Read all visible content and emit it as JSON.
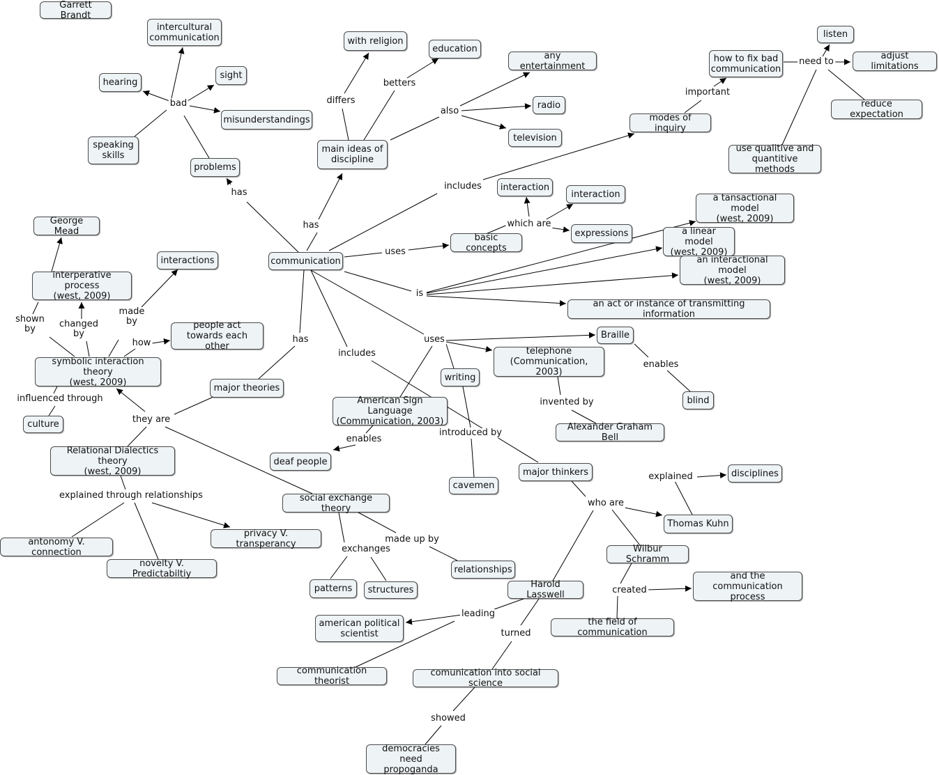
{
  "nodes": {
    "garrett": "Garrett Brandt",
    "intercultural": "intercultural\ncommunication",
    "sight": "sight",
    "hearing": "hearing",
    "misunderstandings": "misunderstandings",
    "speaking_skills": "speaking\nskills",
    "problems": "problems",
    "with_religion": "with religion",
    "education": "education",
    "any_entertainment": "any entertainment",
    "radio": "radio",
    "television": "television",
    "main_ideas": "main ideas of\ndiscipline",
    "how_to_fix": "how to fix bad\ncommunication",
    "listen": "listen",
    "adjust_limitations": "adjust limitations",
    "reduce_expectation": "reduce expectation",
    "modes_of_inquiry": "modes of inquiry",
    "use_qualitive": "use qualitive and\nquantitive methods",
    "interaction1": "interaction",
    "interaction2": "interaction",
    "expressions": "expressions",
    "basic_concepts": "basic concepts",
    "tansactional": "a tansactional model\n(west, 2009)",
    "linear": "a linear model\n(west, 2009)",
    "interactional": "an interactional model\n(west, 2009)",
    "act_instance": "an act or instance of transmitting information",
    "george_mead": "George Mead",
    "interperative": "interperative process\n(west, 2009)",
    "interactions": "interactions",
    "people_act": "people act\ntowards each other",
    "communication": "communication",
    "symbolic": "symbolic interaction theory\n(west, 2009)",
    "culture": "culture",
    "major_theories": "major theories",
    "relational": "Relational Dialectics theory\n(west, 2009)",
    "braille": "Braille",
    "telephone": "telephone\n(Communication, 2003)",
    "writing": "writing",
    "asl": "American Sign Language\n(Communication, 2003)",
    "blind": "blind",
    "agb": "Alexander Graham Bell",
    "deaf_people": "deaf people",
    "cavemen": "cavemen",
    "major_thinkers": "major thinkers",
    "disciplines": "disciplines",
    "thomas_kuhn": "Thomas Kuhn",
    "social_exchange": "social exchange theory",
    "privacy": "privacy V. transperancy",
    "antonomy": "antonomy V. connection",
    "novelty": "novelty V. Predictabiltiy",
    "patterns": "patterns",
    "structures": "structures",
    "relationships": "relationships",
    "wilbur": "Wilbur Schramm",
    "harold": "Harold Lasswell",
    "comm_process": "and the communication\nprocess",
    "american_political": "american political\nscientist",
    "field_of_comm": "the field of communication",
    "comm_theorist": "communication theorist",
    "social_science": "comunication into social science",
    "democracies": "democracies need\npropoganda"
  },
  "labels": {
    "bad": "bad",
    "has_problems": "has",
    "differs": "differs",
    "betters": "betters",
    "also": "also",
    "has_main": "has",
    "includes_modes": "includes",
    "important": "important",
    "need_to": "need to",
    "which_are": "which are",
    "uses_basic": "uses",
    "is": "is",
    "shown_by": "shown\nby",
    "changed_by": "changed\nby",
    "made_by": "made\nby",
    "how": "how",
    "influenced": "influenced through",
    "they_are": "they are",
    "has_theories": "has",
    "includes_thinkers": "includes",
    "uses_tools": "uses",
    "enables_blind": "enables",
    "invented_by": "invented by",
    "enables_deaf": "enables",
    "introduced_by": "introduced by",
    "explained_rel": "explained through relationships",
    "exchanges": "exchanges",
    "made_up_by": "made up by",
    "who_are": "who are",
    "explained_kuhn": "explained",
    "created": "created",
    "leading": "leading",
    "turned": "turned",
    "showed": "showed"
  }
}
